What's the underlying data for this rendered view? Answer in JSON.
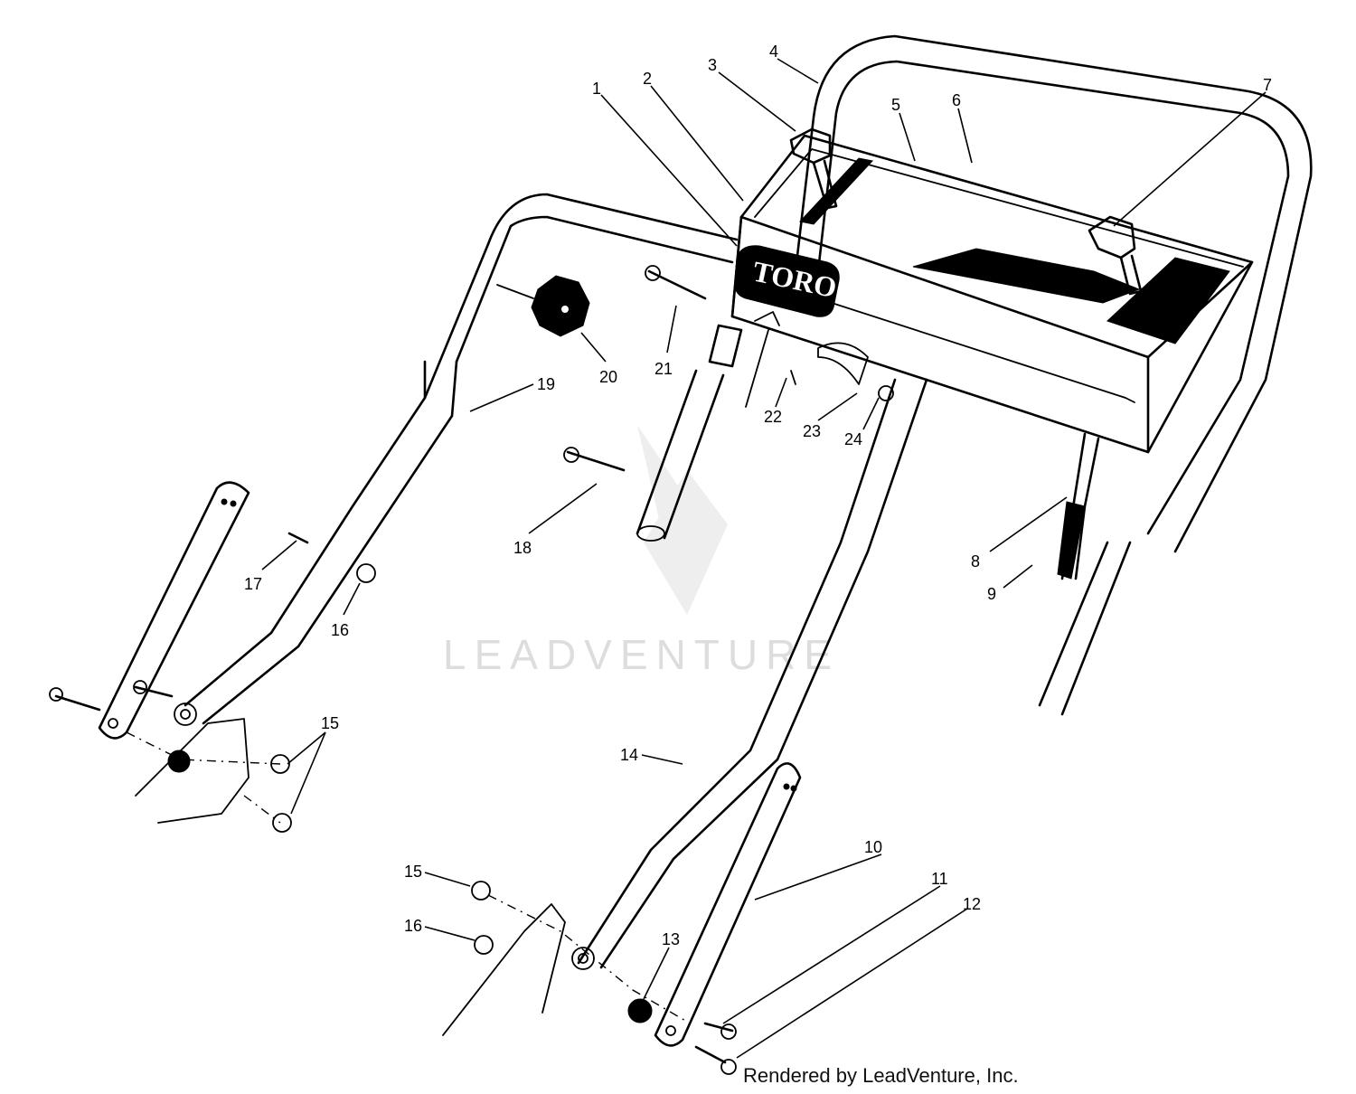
{
  "diagram": {
    "brand_logo": "TORO",
    "watermark": "LEADVENTURE",
    "credit": "Rendered by LeadVenture, Inc.",
    "callouts": [
      {
        "id": "c1",
        "label": "1"
      },
      {
        "id": "c2",
        "label": "2"
      },
      {
        "id": "c3",
        "label": "3"
      },
      {
        "id": "c4",
        "label": "4"
      },
      {
        "id": "c5",
        "label": "5"
      },
      {
        "id": "c6",
        "label": "6"
      },
      {
        "id": "c7",
        "label": "7"
      },
      {
        "id": "c8",
        "label": "8"
      },
      {
        "id": "c9",
        "label": "9"
      },
      {
        "id": "c10",
        "label": "10"
      },
      {
        "id": "c11",
        "label": "11"
      },
      {
        "id": "c12",
        "label": "12"
      },
      {
        "id": "c13",
        "label": "13"
      },
      {
        "id": "c14",
        "label": "14"
      },
      {
        "id": "c15a",
        "label": "15"
      },
      {
        "id": "c15b",
        "label": "15"
      },
      {
        "id": "c16a",
        "label": "16"
      },
      {
        "id": "c16b",
        "label": "16"
      },
      {
        "id": "c17",
        "label": "17"
      },
      {
        "id": "c18",
        "label": "18"
      },
      {
        "id": "c19",
        "label": "19"
      },
      {
        "id": "c20",
        "label": "20"
      },
      {
        "id": "c21",
        "label": "21"
      },
      {
        "id": "c22",
        "label": "22"
      },
      {
        "id": "c23",
        "label": "23"
      },
      {
        "id": "c24",
        "label": "24"
      }
    ]
  }
}
